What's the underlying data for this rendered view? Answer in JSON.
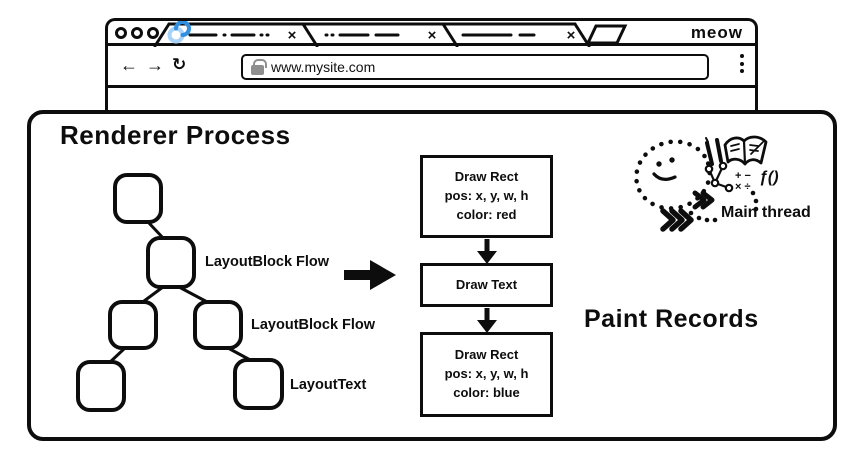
{
  "window": {
    "brand": "meow",
    "url": "www.mysite.com",
    "nav": {
      "back_icon": "←",
      "forward_icon": "→",
      "reload_icon": "↻",
      "menu_icon": "kebab-dots"
    },
    "tabs": [
      {
        "close_icon": "×",
        "state": "loading-spinner"
      },
      {
        "close_icon": "×",
        "state": "idle"
      },
      {
        "close_icon": "×",
        "state": "idle"
      }
    ],
    "lock_icon": "padlock"
  },
  "renderer": {
    "title": "Renderer Process",
    "tree": {
      "labels": [
        "LayoutBlock Flow",
        "LayoutBlock Flow",
        "LayoutText"
      ]
    },
    "paint_records": {
      "heading": "Paint Records",
      "boxes": [
        {
          "lines": [
            "Draw Rect",
            "pos: x, y, w, h",
            "color: red"
          ]
        },
        {
          "lines": [
            "Draw Text"
          ]
        },
        {
          "lines": [
            "Draw Rect",
            "pos: x, y, w, h",
            "color: blue"
          ]
        }
      ]
    },
    "main_thread": {
      "label": "Main thread",
      "math_top": "+ −",
      "math_bottom": "× ÷",
      "fn": "ƒ()",
      "icons": [
        "smiley-face",
        "pencils",
        "open-book",
        "dom-tree",
        "math-symbols",
        "function-symbol",
        "chevron-trail"
      ]
    }
  },
  "colors": {
    "ink": "#0d0d0d",
    "spinner_blue": "#2f8fe0",
    "spinner_light": "#a9d2f8",
    "lock_gray": "#8f8f8f"
  }
}
